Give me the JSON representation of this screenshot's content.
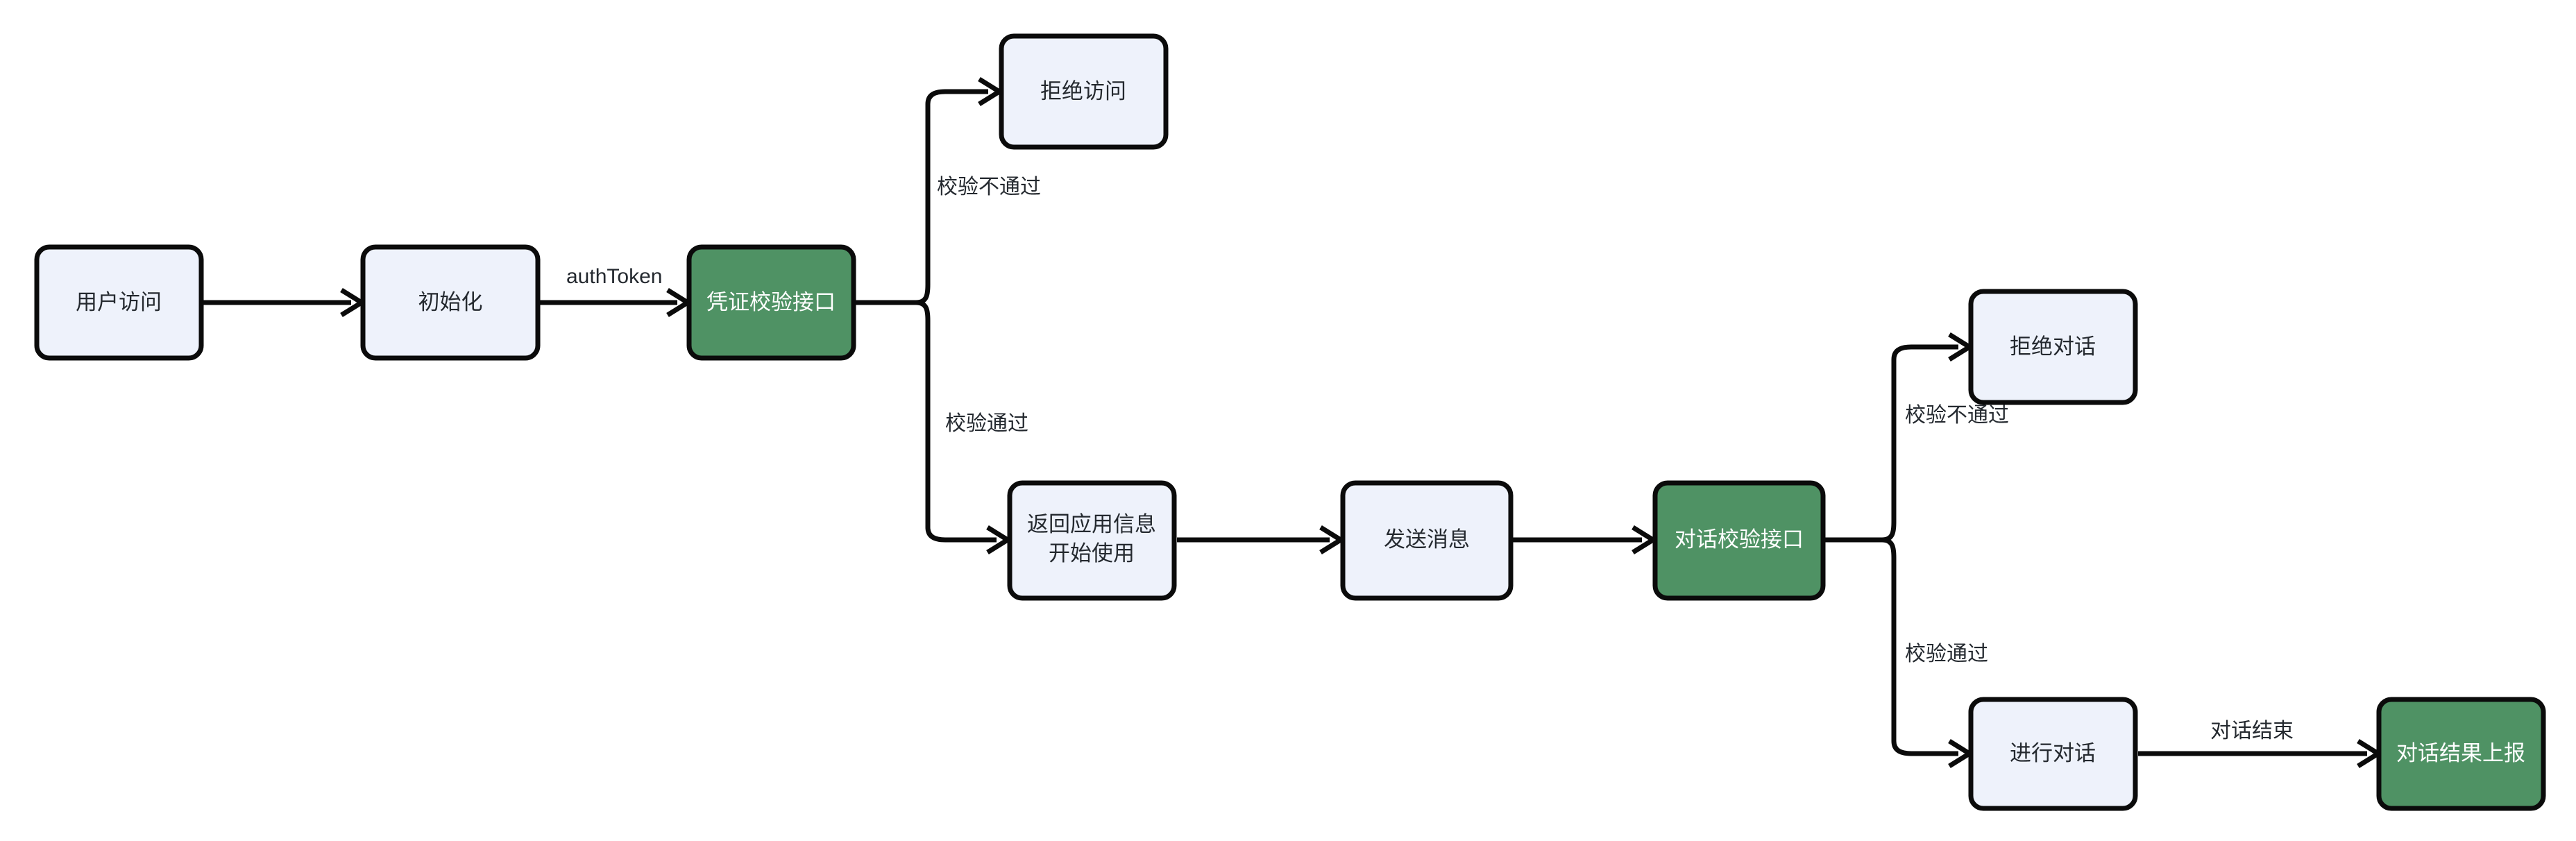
{
  "diagram": {
    "type": "flowchart",
    "title": "",
    "background_color": "#ffffff",
    "palette": {
      "node_fill_default": "#eef2fb",
      "node_fill_accent": "#4f9264",
      "node_stroke": "#0b0b0b",
      "text_default": "#24292f",
      "text_on_accent": "#ffffff",
      "edge_color": "#0b0b0b"
    },
    "nodes": [
      {
        "id": "user_access",
        "label": "用户访问",
        "style": "default"
      },
      {
        "id": "init",
        "label": "初始化",
        "style": "default"
      },
      {
        "id": "cred_verify_api",
        "label": "凭证校验接口",
        "style": "accent"
      },
      {
        "id": "deny_access",
        "label": "拒绝访问",
        "style": "default"
      },
      {
        "id": "return_app_info",
        "label_line1": "返回应用信息",
        "label_line2": "开始使用",
        "style": "default"
      },
      {
        "id": "send_message",
        "label": "发送消息",
        "style": "default"
      },
      {
        "id": "chat_verify_api",
        "label": "对话校验接口",
        "style": "accent"
      },
      {
        "id": "deny_chat",
        "label": "拒绝对话",
        "style": "default"
      },
      {
        "id": "do_chat",
        "label": "进行对话",
        "style": "default"
      },
      {
        "id": "report_result",
        "label": "对话结果上报",
        "style": "accent"
      }
    ],
    "edges": [
      {
        "from": "user_access",
        "to": "init",
        "label": ""
      },
      {
        "from": "init",
        "to": "cred_verify_api",
        "label": "authToken"
      },
      {
        "from": "cred_verify_api",
        "to": "deny_access",
        "label": "校验不通过"
      },
      {
        "from": "cred_verify_api",
        "to": "return_app_info",
        "label": "校验通过"
      },
      {
        "from": "return_app_info",
        "to": "send_message",
        "label": ""
      },
      {
        "from": "send_message",
        "to": "chat_verify_api",
        "label": ""
      },
      {
        "from": "chat_verify_api",
        "to": "deny_chat",
        "label": "校验不通过"
      },
      {
        "from": "chat_verify_api",
        "to": "do_chat",
        "label": "校验通过"
      },
      {
        "from": "do_chat",
        "to": "report_result",
        "label": "对话结束"
      }
    ]
  }
}
